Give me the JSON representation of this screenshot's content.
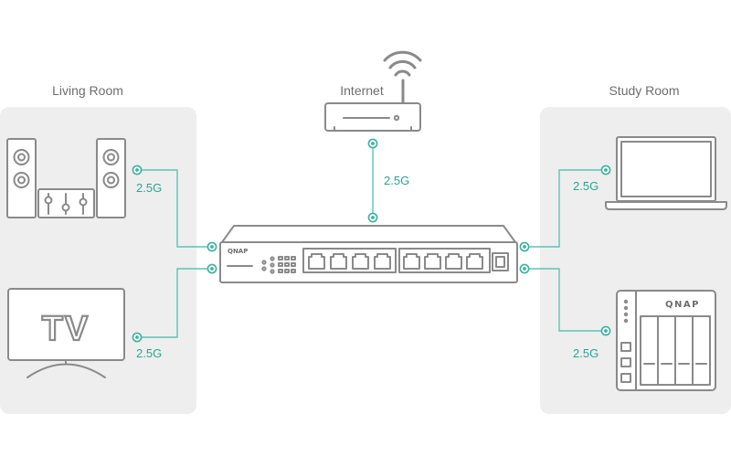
{
  "rooms": {
    "living_room": "Living Room",
    "internet": "Internet",
    "study_room": "Study Room"
  },
  "links": {
    "router_speed": "2.5G",
    "speakers_speed": "2.5G",
    "tv_speed": "2.5G",
    "laptop_speed": "2.5G",
    "nas_speed": "2.5G"
  },
  "devices": {
    "tv_label": "TV",
    "switch_brand": "QNAP",
    "nas_brand": "QNAP"
  },
  "colors": {
    "accent": "#3bb39f",
    "room_panel": "#eeeeef",
    "device_stroke": "#8a8a8a"
  },
  "icons": [
    "wifi-icon",
    "router-icon",
    "speaker-icon",
    "audio-mixer-icon",
    "tv-icon",
    "network-switch-icon",
    "laptop-icon",
    "nas-icon"
  ]
}
